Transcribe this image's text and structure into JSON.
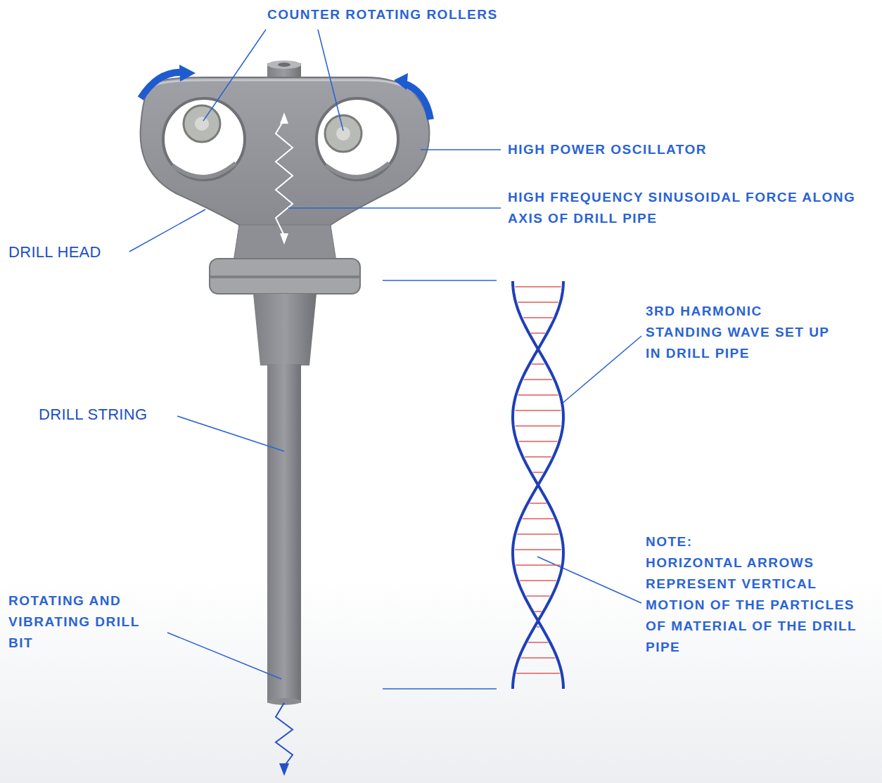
{
  "diagram": {
    "labels": [
      "COUNTER ROTATING ROLLERS",
      "HIGH POWER OSCILLATOR",
      "HIGH FREQUENCY SINUSOIDAL FORCE ALONG AXIS OF DRILL PIPE",
      "DRILL HEAD",
      "3RD HARMONIC STANDING WAVE SET UP IN DRILL PIPE",
      "DRILL STRING",
      "NOTE:",
      "HORIZONTAL ARROWS REPRESENT VERTICAL MOTION OF THE PARTICLES OF MATERIAL OF THE DRILL PIPE",
      "ROTATING AND VIBRATING DRILL BIT"
    ]
  }
}
